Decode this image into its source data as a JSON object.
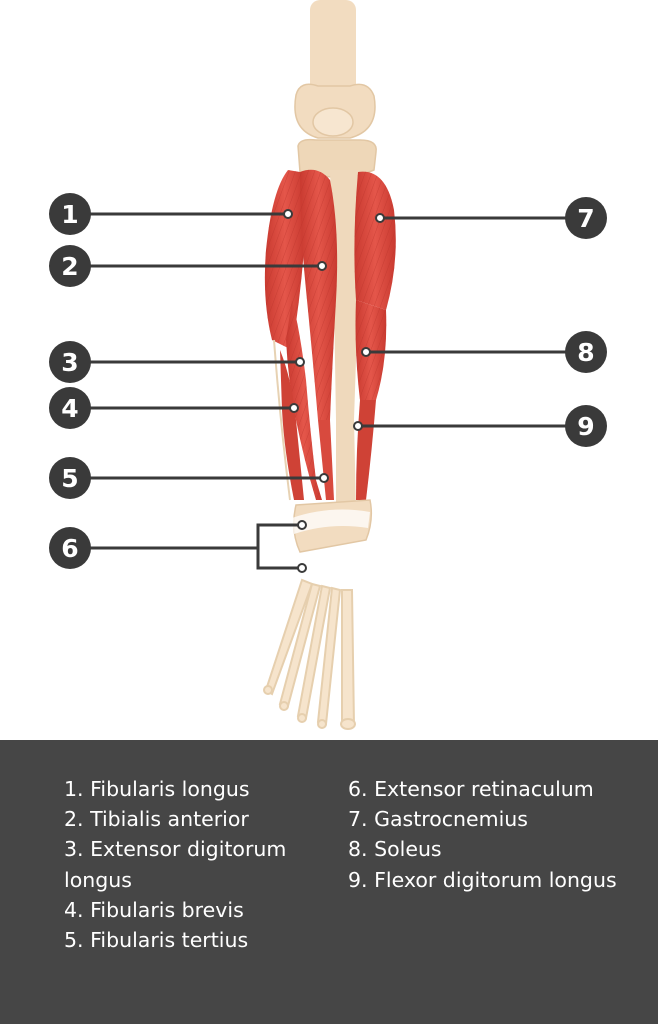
{
  "markers": [
    "1",
    "2",
    "3",
    "4",
    "5",
    "6",
    "7",
    "8",
    "9"
  ],
  "legend": {
    "left": [
      "1. Fibularis longus",
      "2. Tibialis anterior",
      "3. Extensor digitorum longus",
      "4. Fibularis brevis",
      "5. Fibularis tertius"
    ],
    "right": [
      "6. Extensor retinaculum",
      "7. Gastrocnemius",
      "8. Soleus",
      "9. Flexor digitorum longus"
    ]
  },
  "colors": {
    "muscle": "#d9473c",
    "bone": "#f2dcc0",
    "badge": "#3a3a3a",
    "legend_bg": "#464646"
  }
}
